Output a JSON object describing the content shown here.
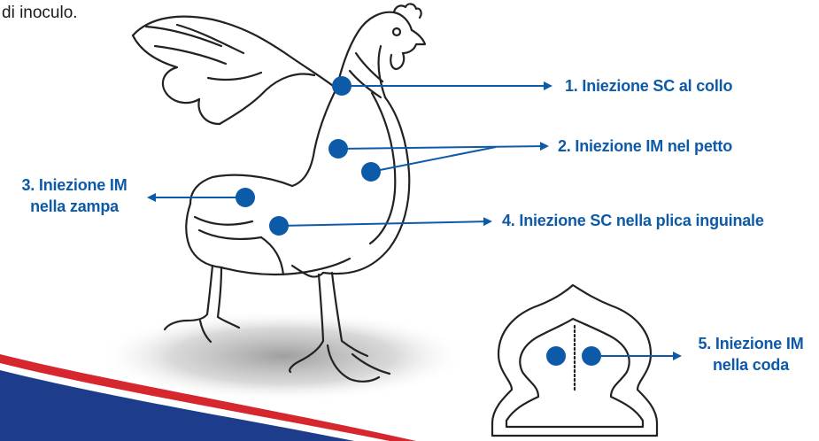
{
  "intro_text": "di inoculo.",
  "labels": {
    "l1": "1. Iniezione SC al collo",
    "l2": "2. Iniezione IM nel petto",
    "l3_line1": "3. Iniezione IM",
    "l3_line2": "nella zampa",
    "l4": "4. Iniezione SC nella plica inguinale",
    "l5_line1": "5. Iniezione IM",
    "l5_line2": "nella coda"
  },
  "colors": {
    "accent_blue": "#0d5aa8",
    "stripe_red": "#d6262e",
    "stripe_navy": "#1d3c8c",
    "outline": "#222222"
  }
}
